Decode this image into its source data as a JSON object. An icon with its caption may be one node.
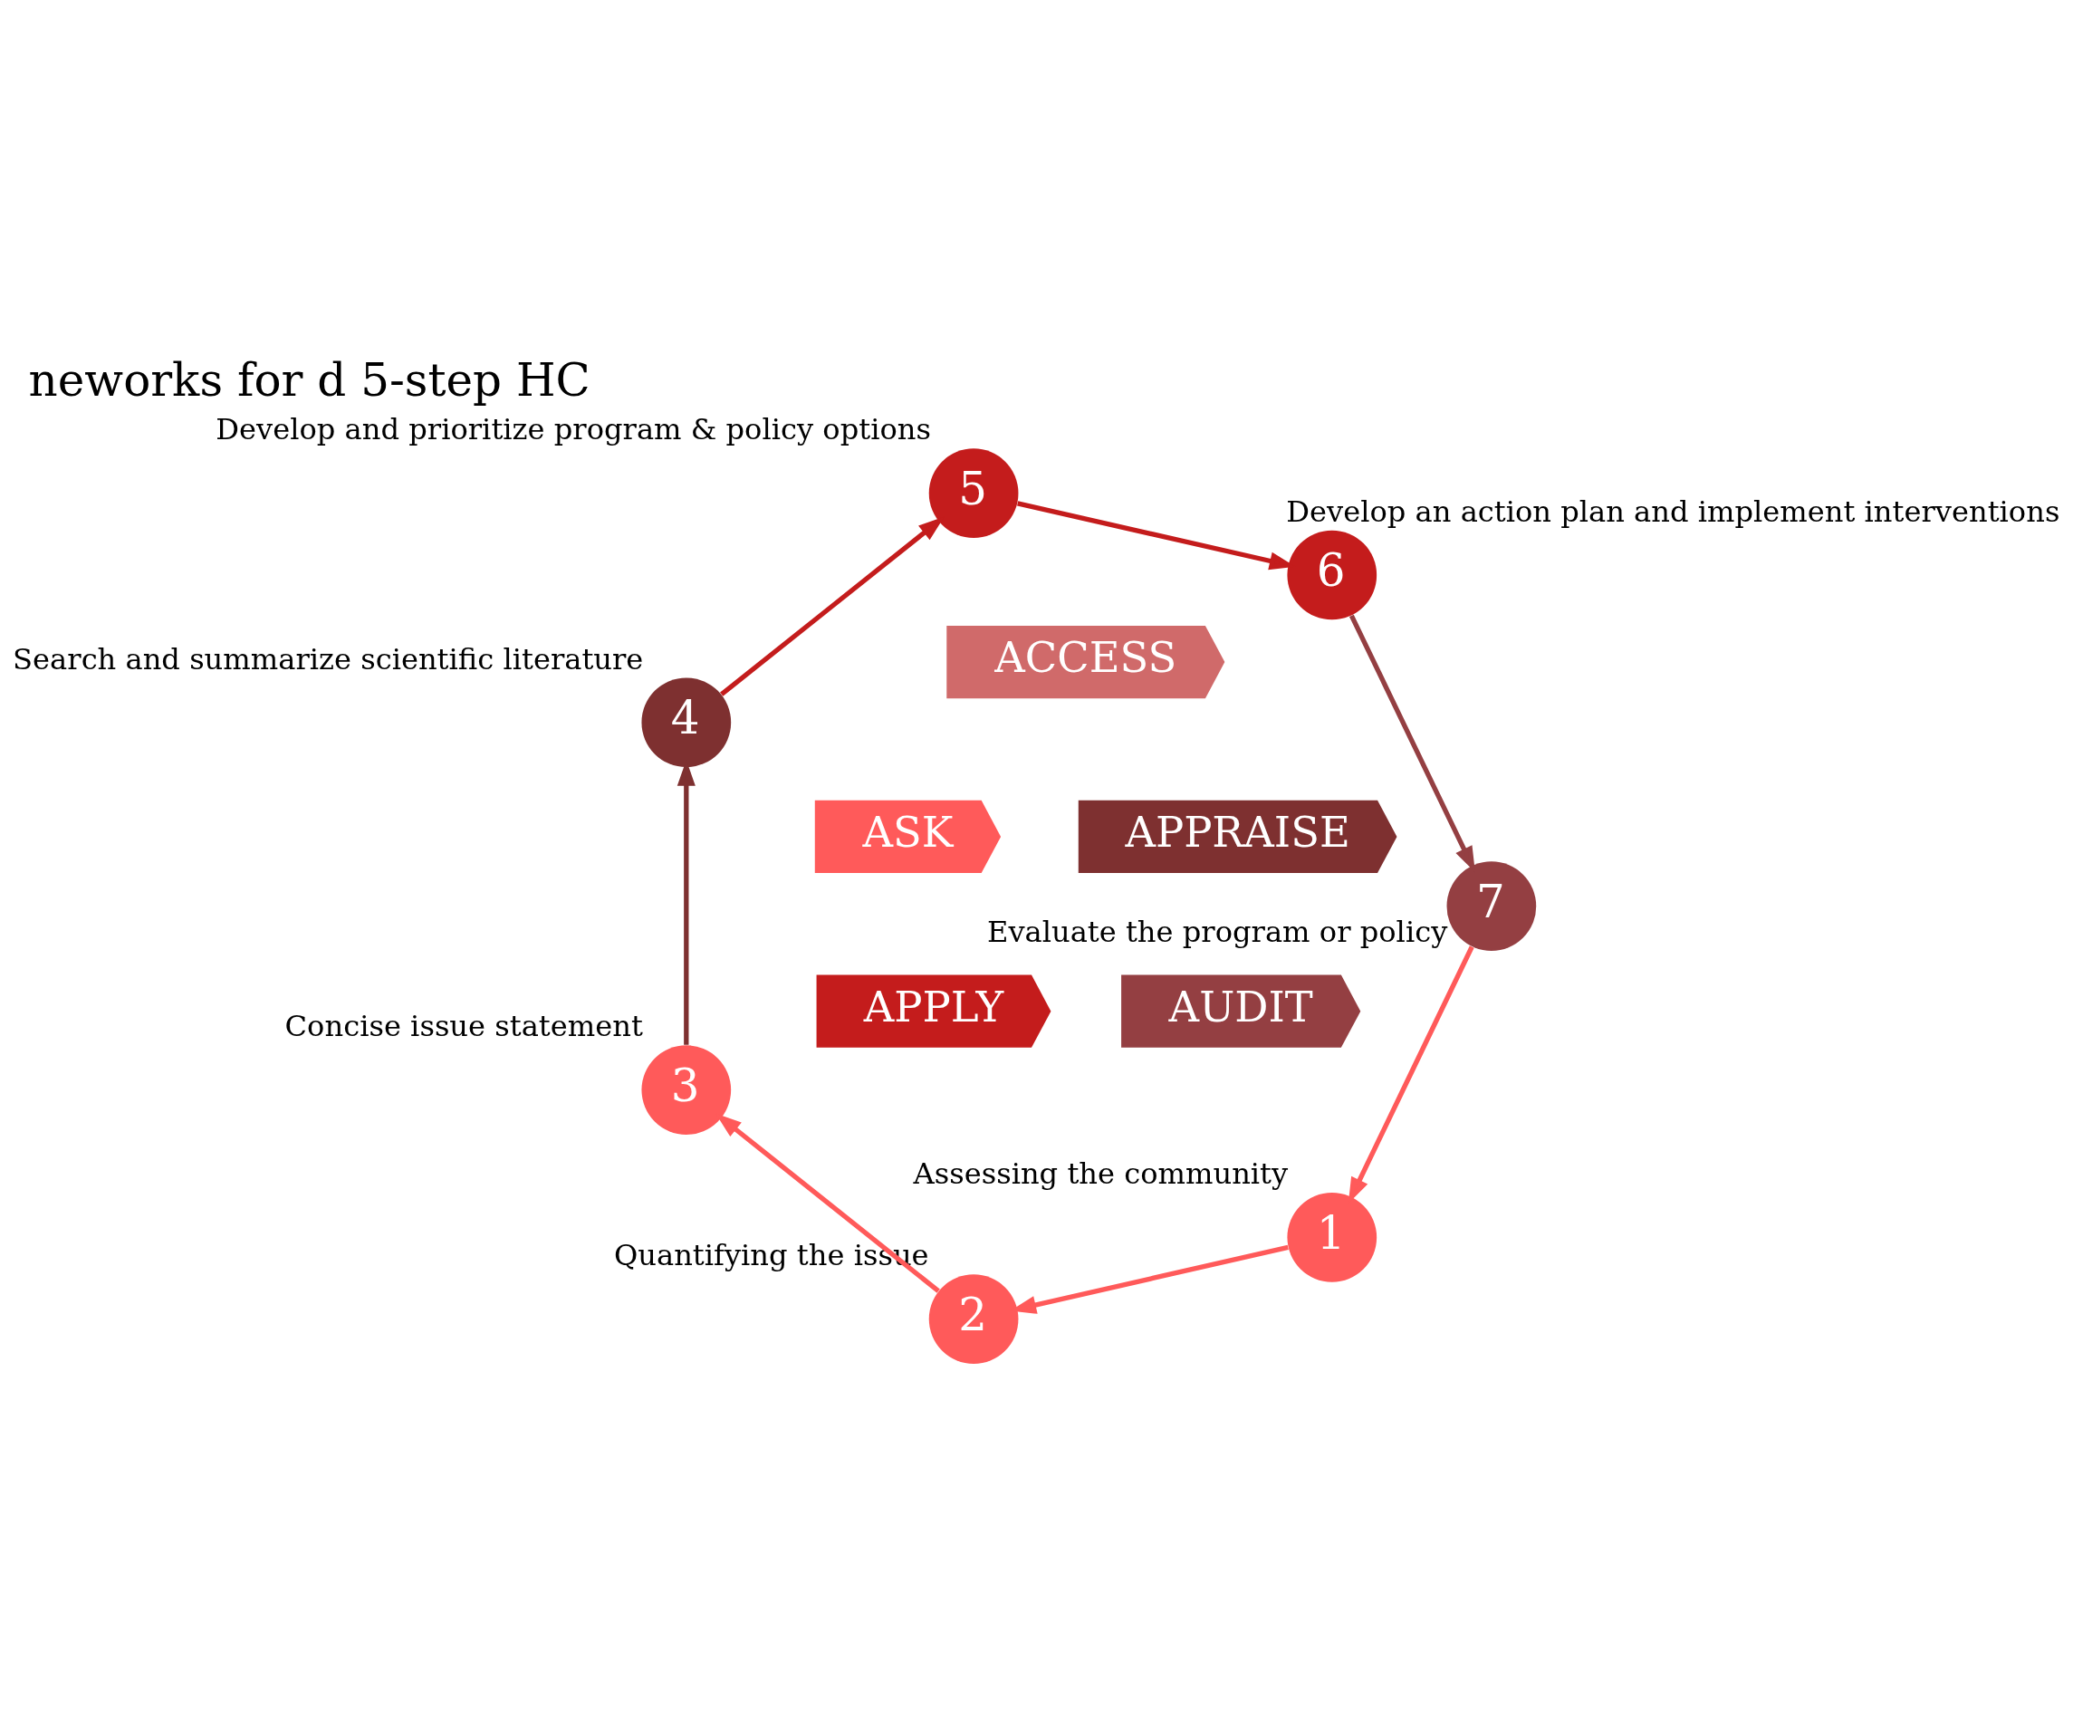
{
  "diagram": {
    "title": "neworks for d 5-step HC",
    "nodes": [
      {
        "text": [
          "ASK"
        ]
      },
      {
        "text": [
          "ACCESS"
        ]
      },
      {
        "text": [
          "APPRAISE"
        ]
      },
      {
        "text": [
          "APPLY"
        ]
      },
      {
        "text": [
          "AUDIT"
        ]
      },
      {
        "text": [
          "1"
        ],
        "beside": [
          "Assessing the community"
        ]
      },
      {
        "text": [
          "2"
        ],
        "beside": [
          "Quantifying the issue"
        ]
      },
      {
        "text": [
          "3"
        ],
        "beside": [
          "Concise issue statement"
        ]
      },
      {
        "text": [
          "4"
        ],
        "beside": [
          "Search and summarize scientific literature"
        ]
      },
      {
        "text": [
          "5"
        ],
        "beside": [
          "Develop and prioritize program & policy options"
        ]
      },
      {
        "text": [
          "6"
        ],
        "beside": [
          "Develop an action plan and implement interventions"
        ]
      },
      {
        "text": [
          "7"
        ],
        "beside": [
          "Evaluate the program or policy"
        ]
      }
    ],
    "edges": [
      {
        "from": 11,
        "to": 5,
        "arrow": "to",
        "color": "#ff5a5a"
      },
      {
        "from": 5,
        "to": 6,
        "arrow": "to",
        "color": "#ff5a5a"
      },
      {
        "from": 6,
        "to": 7,
        "arrow": "to",
        "color": "#ff5a5a"
      },
      {
        "from": 7,
        "to": 8,
        "arrow": "to",
        "color": "#7e3030"
      },
      {
        "from": 8,
        "to": 9,
        "arrow": "to",
        "color": "#c41c1c"
      },
      {
        "from": 9,
        "to": 10,
        "arrow": "to",
        "color": "#c41c1c"
      },
      {
        "from": 10,
        "to": 11,
        "arrow": "to",
        "color": "#943f42"
      }
    ]
  }
}
